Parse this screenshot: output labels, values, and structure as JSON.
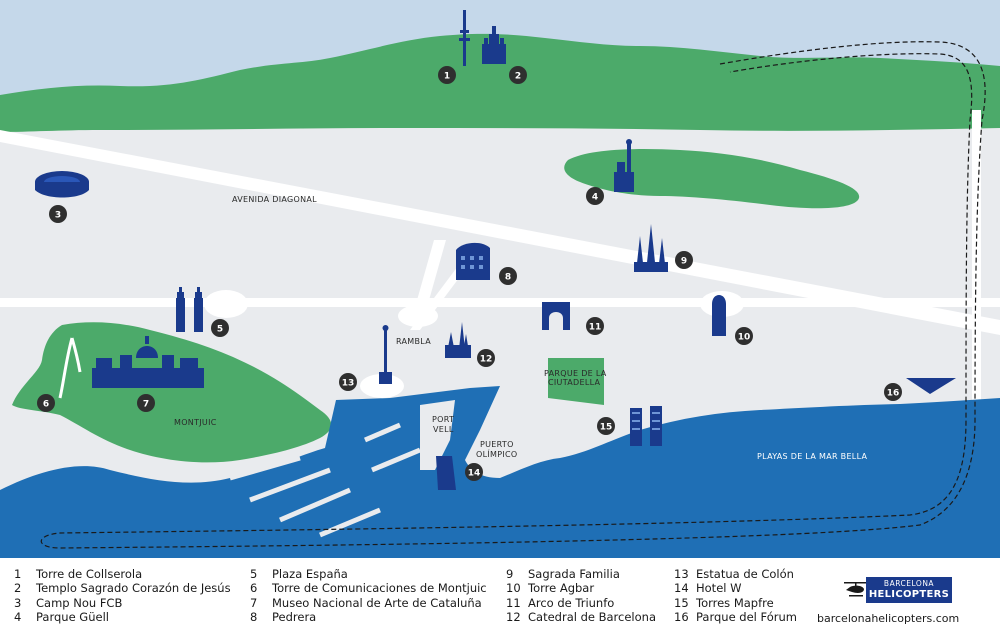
{
  "map": {
    "labels": {
      "avenida": "AVENIDA DIAGONAL",
      "rambla": "RAMBLA",
      "parque_ciut_1": "PARQUE DE LA",
      "parque_ciut_2": "CIUTADELLA",
      "port_1": "PORT",
      "port_2": "VELL",
      "puerto_1": "PUERTO",
      "puerto_2": "OLÍMPICO",
      "montjuic": "MONTJUIC",
      "playas": "PLAYAS DE LA MAR BELLA"
    },
    "pins": [
      "1",
      "2",
      "3",
      "4",
      "5",
      "6",
      "7",
      "8",
      "9",
      "10",
      "11",
      "12",
      "13",
      "14",
      "15",
      "16"
    ],
    "colors": {
      "sky": "#c5d8ea",
      "hills": "#4caa6a",
      "city": "#e9ebee",
      "sea": "#1f6fb5",
      "landmark": "#1a3a8c",
      "pin": "#2f2f2f"
    }
  },
  "legend": [
    {
      "num": "1",
      "name": "Torre de Collserola"
    },
    {
      "num": "2",
      "name": "Templo Sagrado Corazón de Jesús"
    },
    {
      "num": "3",
      "name": "Camp Nou FCB"
    },
    {
      "num": "4",
      "name": "Parque Güell"
    },
    {
      "num": "5",
      "name": "Plaza España"
    },
    {
      "num": "6",
      "name": "Torre de Comunicaciones de Montjuic"
    },
    {
      "num": "7",
      "name": "Museo Nacional de Arte de Cataluña"
    },
    {
      "num": "8",
      "name": "Pedrera"
    },
    {
      "num": "9",
      "name": "Sagrada Familia"
    },
    {
      "num": "10",
      "name": "Torre Agbar"
    },
    {
      "num": "11",
      "name": "Arco de Triunfo"
    },
    {
      "num": "12",
      "name": "Catedral de Barcelona"
    },
    {
      "num": "13",
      "name": "Estatua de Colón"
    },
    {
      "num": "14",
      "name": "Hotel W"
    },
    {
      "num": "15",
      "name": "Torres Mapfre"
    },
    {
      "num": "16",
      "name": "Parque del Fórum"
    }
  ],
  "brand": {
    "logo_top": "BARCELONA",
    "logo_bottom": "HELICOPTERS",
    "url": "barcelonahelicopters.com"
  }
}
